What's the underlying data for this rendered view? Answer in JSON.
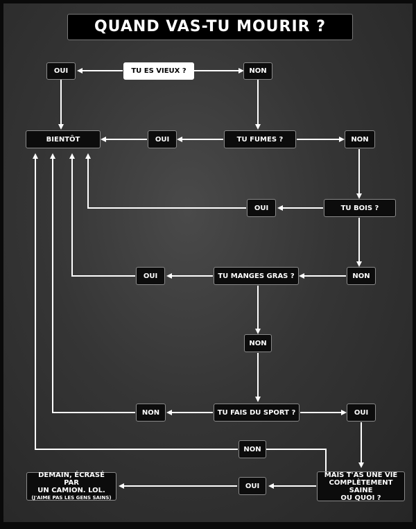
{
  "title": "QUAND VAS-TU MOURIR ?",
  "nodes": {
    "vieux": "TU ES VIEUX ?",
    "oui_vieux": "OUI",
    "non_vieux": "NON",
    "bientot": "BIENTÔT",
    "fumes": "TU FUMES ?",
    "oui_fumes": "OUI",
    "non_fumes": "NON",
    "bois": "TU BOIS ?",
    "oui_bois": "OUI",
    "non_bois": "NON",
    "manges": "TU MANGES GRAS ?",
    "oui_manges": "OUI",
    "non_manges": "NON",
    "sport": "TU FAIS DU SPORT ?",
    "non_sport": "NON",
    "oui_sport": "OUI",
    "non_vie": "NON",
    "oui_vie": "OUI",
    "vie_line1": "MAIS T'AS UNE VIE",
    "vie_line2": "COMPLÈTEMENT SAINE",
    "vie_line3": "OU QUOI ?",
    "demain_line1": "DEMAIN, ÉCRASÉ PAR",
    "demain_line2": "UN CAMION. LOL.",
    "demain_line3": "(J'AIME PAS LES GENS SAINS)"
  }
}
